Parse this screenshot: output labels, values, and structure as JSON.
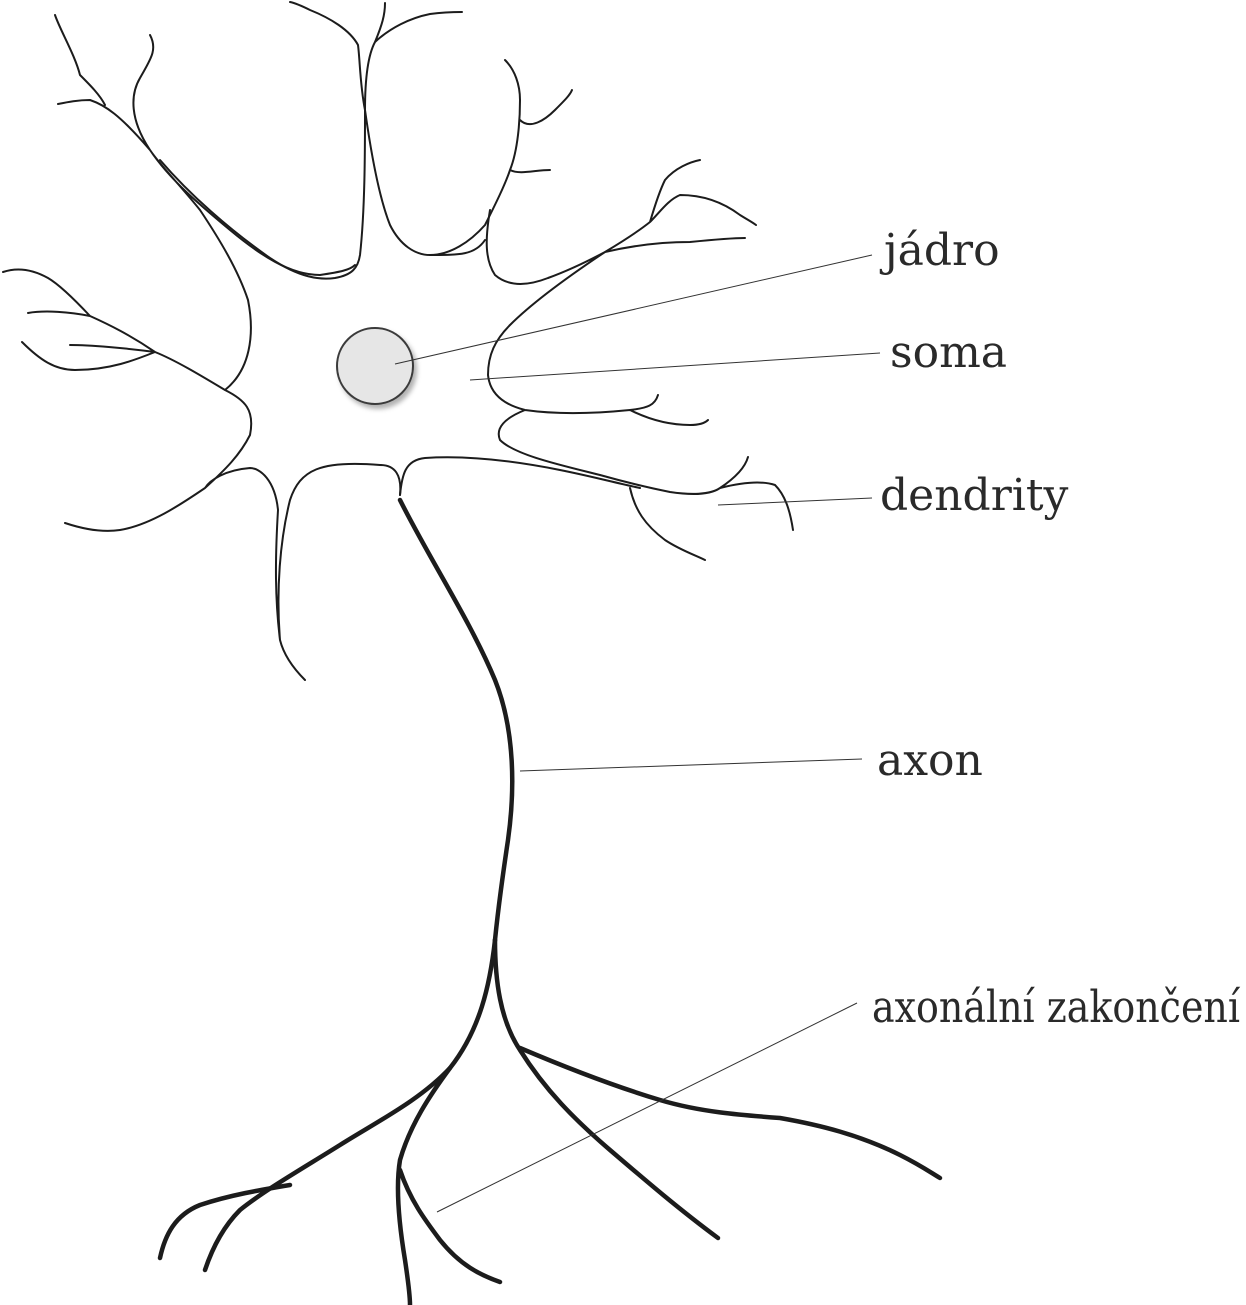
{
  "diagram": {
    "labels": {
      "nucleus": "jádro",
      "soma": "soma",
      "dendrites": "dendrity",
      "axon": "axon",
      "axon_terminals": "axonální zakončení"
    },
    "colors": {
      "line": "#1c1c1c",
      "nucleus_fill": "#e6e6e6",
      "nucleus_stroke": "#3a3a3a",
      "label_text": "#2a2a2a",
      "background": "#ffffff"
    }
  }
}
